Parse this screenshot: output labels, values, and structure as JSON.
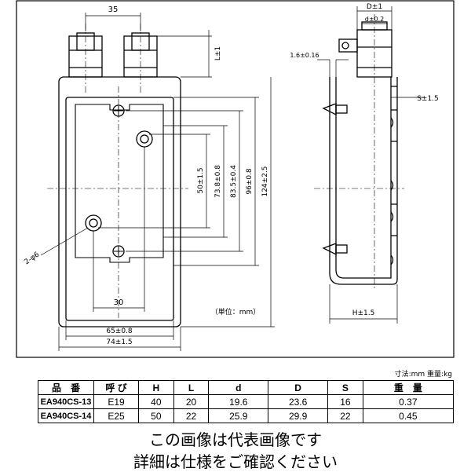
{
  "drawing": {
    "front": {
      "dim_width_top": "35",
      "dim_L": "L±1",
      "dim_50": "50±1.5",
      "dim_738": "73.8±0.8",
      "dim_835": "83.5±0.4",
      "dim_96": "96±0.8",
      "dim_124": "124±2.5",
      "dim_30": "30",
      "dim_65": "65±0.8",
      "dim_74": "74±1.5",
      "dim_holes": "2-φ6"
    },
    "side": {
      "dim_D": "D±1",
      "dim_d": "d±0.2",
      "dim_16": "1.6±0.16",
      "dim_S": "S±1.5",
      "dim_H": "H±1.5"
    },
    "unit_note": "（単位：mm）"
  },
  "table": {
    "units_note": "寸法:mm  重量:kg",
    "headers": [
      "品　番",
      "呼 び",
      "H",
      "L",
      "d",
      "D",
      "S",
      "重　量"
    ],
    "rows": [
      [
        "EA940CS-13",
        "E19",
        "40",
        "20",
        "19.6",
        "23.6",
        "16",
        "0.37"
      ],
      [
        "EA940CS-14",
        "E25",
        "50",
        "22",
        "25.9",
        "29.9",
        "22",
        "0.45"
      ]
    ]
  },
  "notes": {
    "line1": "この画像は代表画像です",
    "line2": "詳細は仕様をご確認ください"
  }
}
